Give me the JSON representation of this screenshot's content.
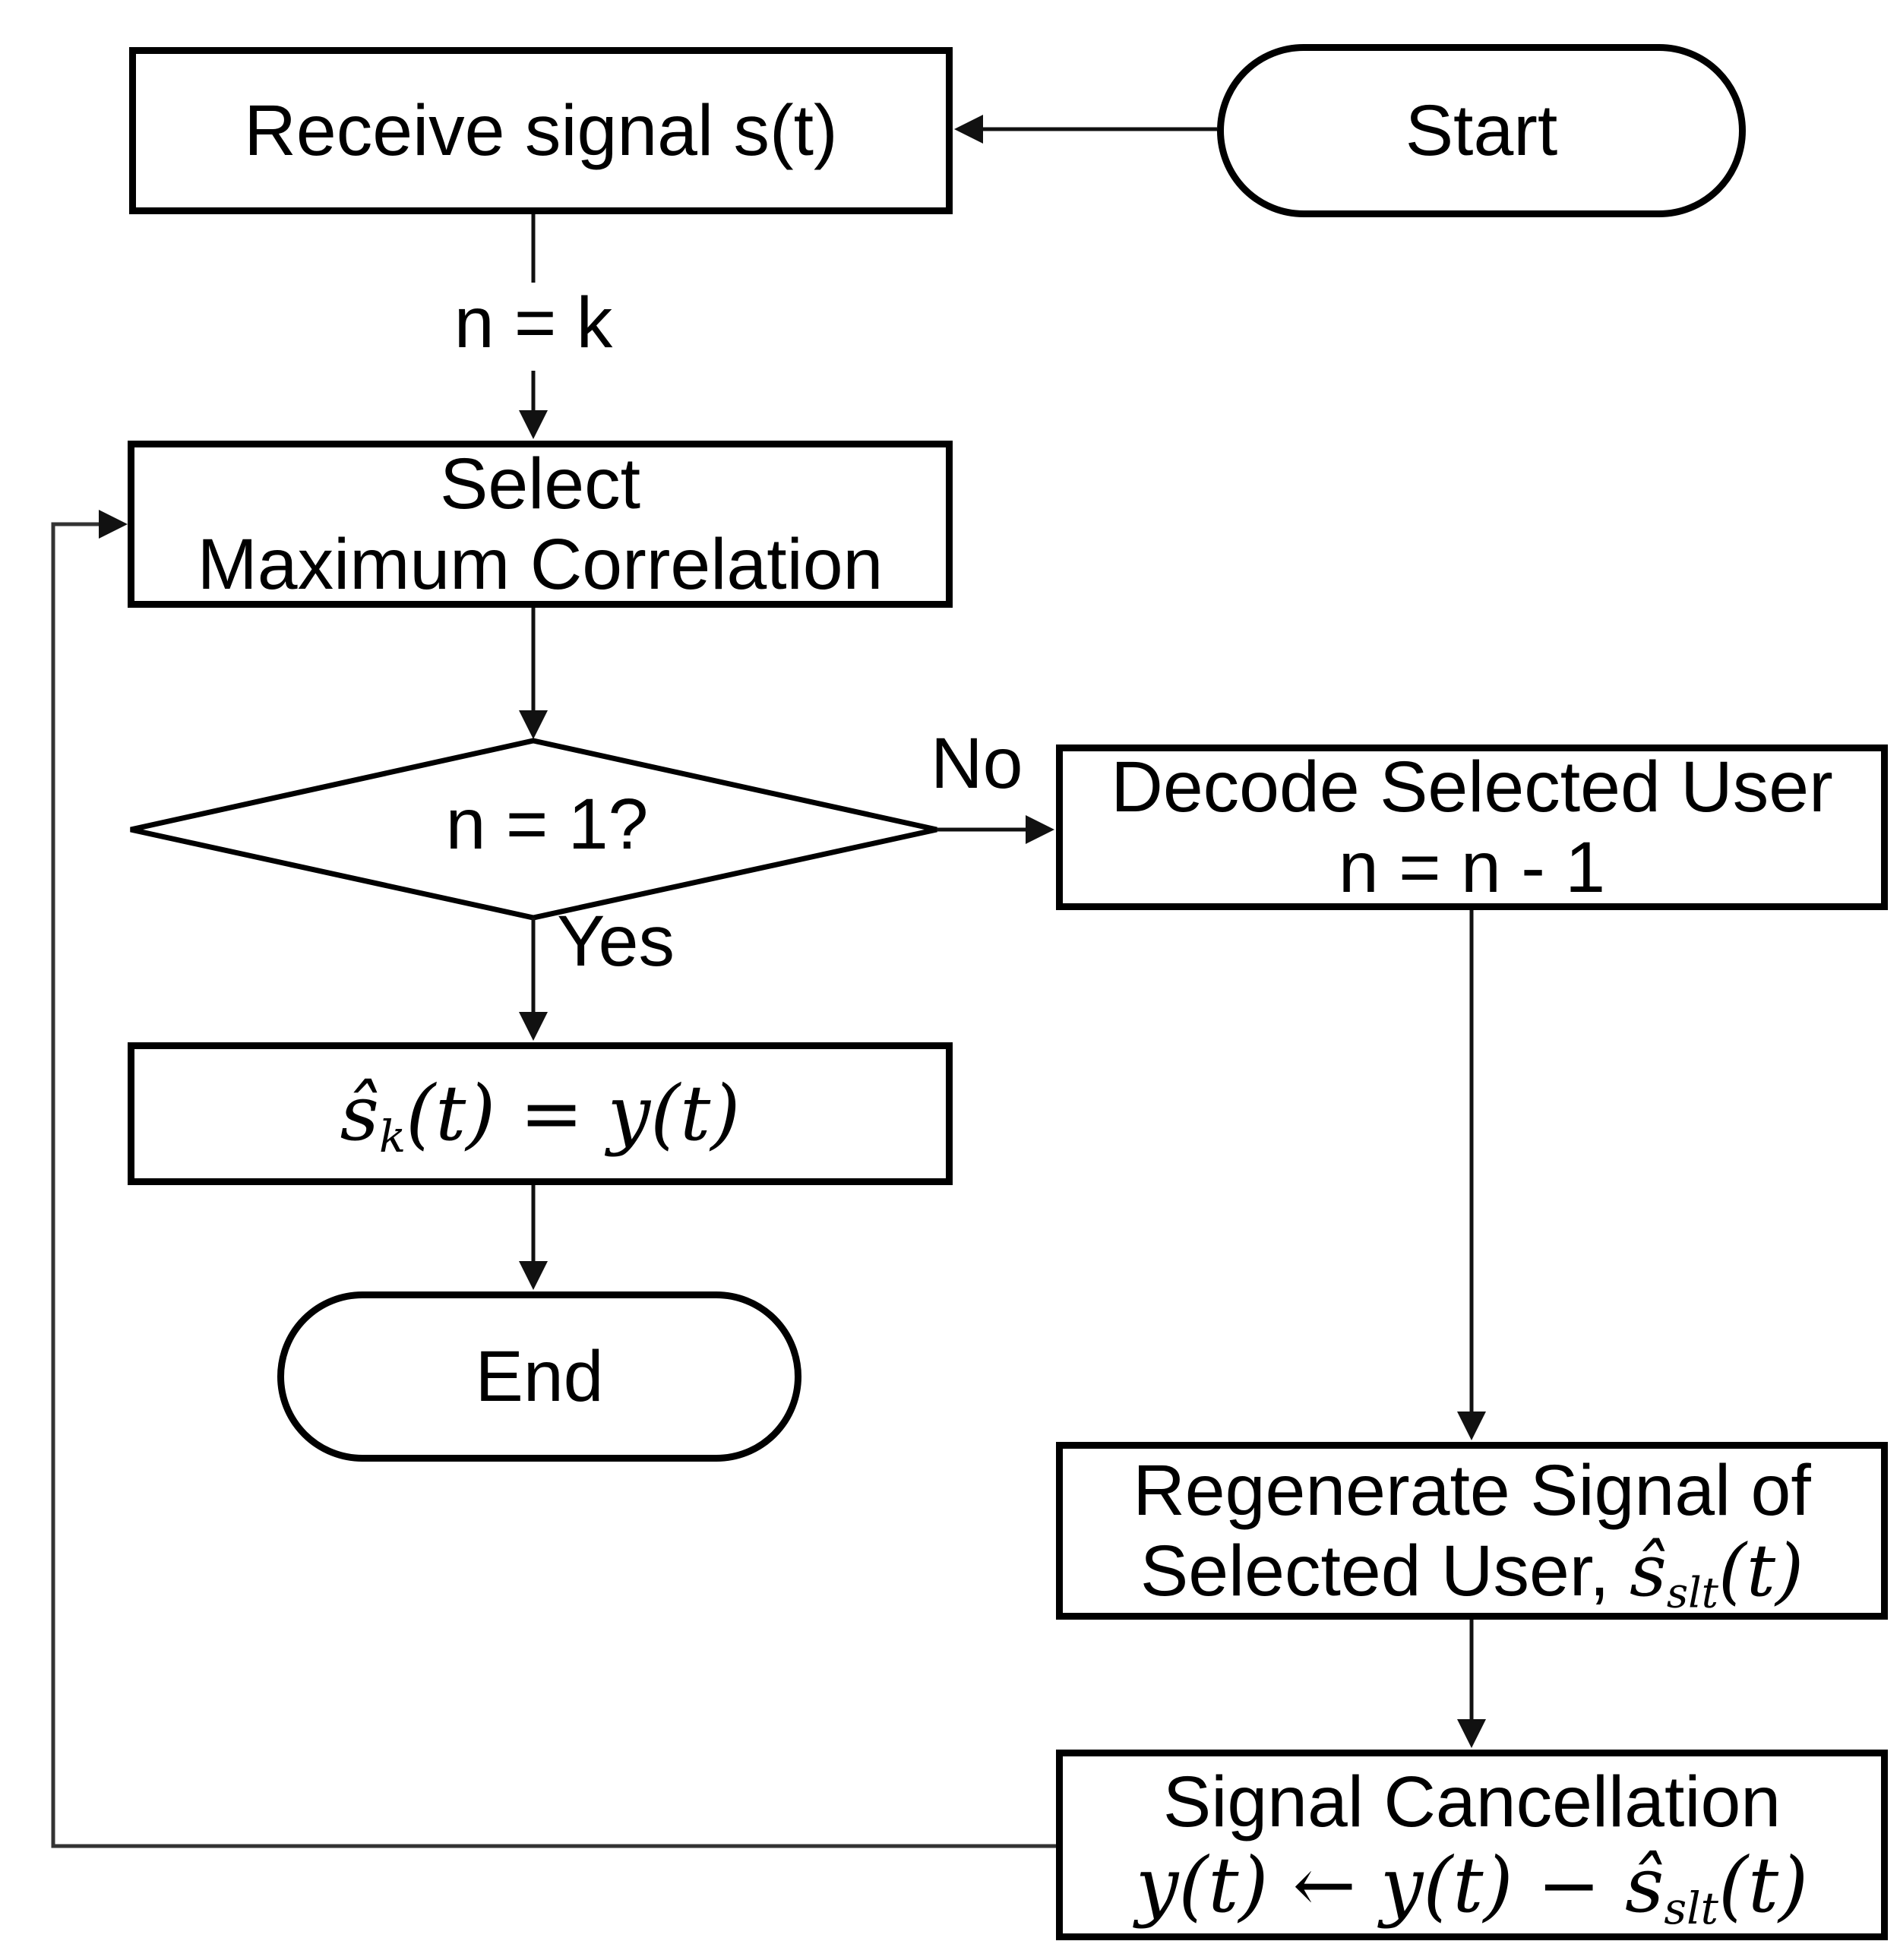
{
  "diagram": {
    "nodes": {
      "receive": {
        "label": "Receive signal s(t)"
      },
      "start": {
        "label": "Start"
      },
      "select": {
        "lines": [
          "Select",
          "Maximum Correlation"
        ]
      },
      "decision": {
        "label": "n = 1?"
      },
      "decode": {
        "lines": [
          "Decode Selected User",
          "n = n - 1"
        ]
      },
      "assign": {
        "formula_shat": "ŝ",
        "formula_sub": "k",
        "formula_post": "(t) = y(t)"
      },
      "end": {
        "label": "End"
      },
      "regenerate": {
        "line1": "Regenerate Signal of",
        "line2_text": "Selected User, ",
        "line2_shat": "ŝ",
        "line2_sub": "slt",
        "line2_post": "(t)"
      },
      "cancel": {
        "line1": "Signal Cancellation",
        "formula_pre": "y(t) ← y(t) − ",
        "formula_shat": "ŝ",
        "formula_sub": "slt",
        "formula_post": "(t)"
      }
    },
    "edge_labels": {
      "init": "n = k",
      "no": "No",
      "yes": "Yes"
    },
    "colors": {
      "stroke": "#000000",
      "fill": "#ffffff",
      "text": "#000000"
    }
  }
}
